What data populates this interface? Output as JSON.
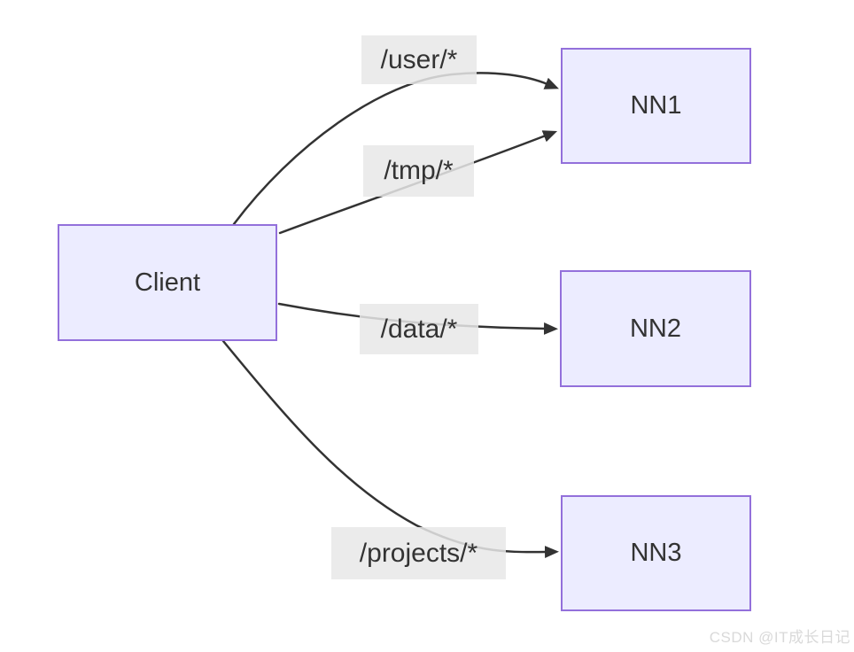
{
  "diagram": {
    "type": "flowchart",
    "nodes": {
      "client": {
        "label": "Client"
      },
      "nn1": {
        "label": "NN1"
      },
      "nn2": {
        "label": "NN2"
      },
      "nn3": {
        "label": "NN3"
      }
    },
    "edges": [
      {
        "from": "Client",
        "to": "NN1",
        "label": "/user/*"
      },
      {
        "from": "Client",
        "to": "NN1",
        "label": "/tmp/*"
      },
      {
        "from": "Client",
        "to": "NN2",
        "label": "/data/*"
      },
      {
        "from": "Client",
        "to": "NN3",
        "label": "/projects/*"
      }
    ],
    "colors": {
      "node_fill": "#ECECFF",
      "node_border": "#9370DB",
      "edge_stroke": "#333333",
      "edge_label_bg": "#e8e8e8",
      "text": "#333333"
    }
  },
  "watermark": {
    "text": "CSDN @IT成长日记"
  }
}
